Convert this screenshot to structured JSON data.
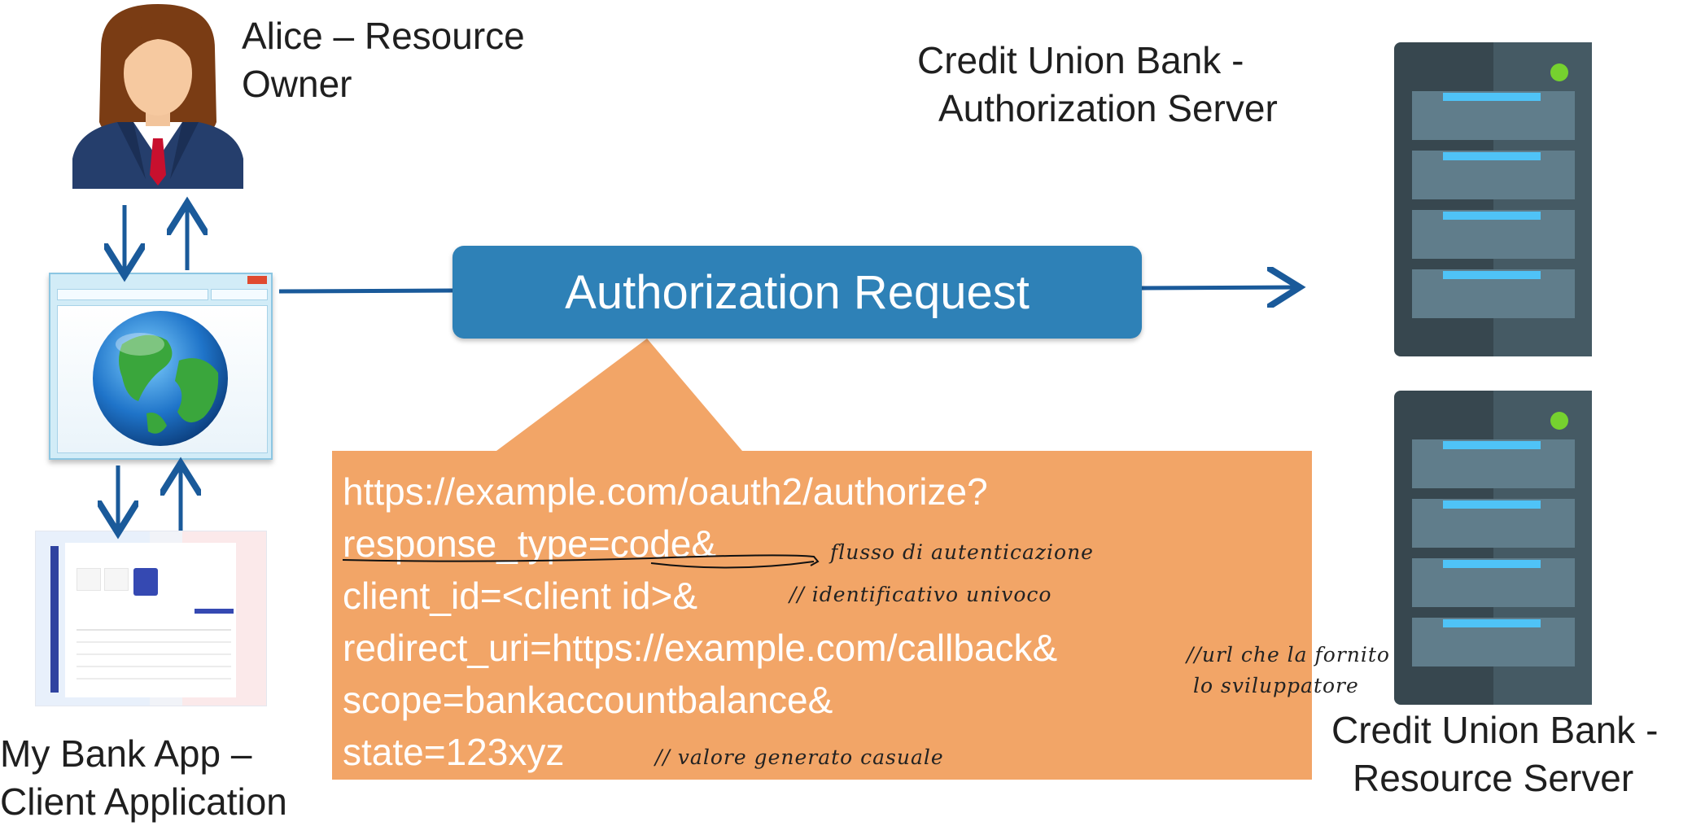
{
  "actors": {
    "resource_owner_line1": "Alice – Resource",
    "resource_owner_line2": "Owner",
    "client_line1": "My Bank App –",
    "client_line2": "Client Application",
    "auth_server_line1": "Credit Union  Bank -",
    "auth_server_line2": "Authorization Server",
    "resource_server_line1": "Credit Union  Bank -",
    "resource_server_line2": "Resource Server"
  },
  "request": {
    "title": "Authorization Request"
  },
  "url_lines": [
    "https://example.com/oauth2/authorize?",
    "response_type=code&",
    "client_id=<client id>&",
    "redirect_uri=https://example.com/callback&",
    "scope=bankaccountbalance&",
    "state=123xyz"
  ],
  "notes": {
    "response_type": "flusso  di autenticazione",
    "client_id": "// identificativo univoco",
    "redirect_line1": "//url che la fornito",
    "redirect_line2": "lo sviluppatore",
    "state": "// valore generato casuale"
  },
  "colors": {
    "arrow": "#1a5a9a",
    "request_box": "#2e81b7",
    "callout": "#f2a567",
    "server_dark": "#37474f",
    "server_slot": "#607d8b",
    "server_light": "#4fc3f7",
    "server_led": "#76d12f"
  }
}
